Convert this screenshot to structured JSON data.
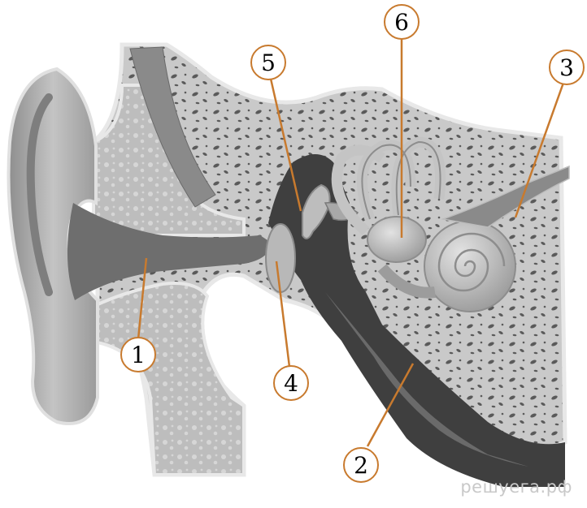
{
  "colors": {
    "leader": "#c87a2e",
    "circle_stroke": "#c87a2e",
    "bone": "#c6c6c6",
    "bone_dark": "#7c7c7c",
    "cavity": "#3e3e3e",
    "canal": "#6e6e6e",
    "skin": "#a9a9a9",
    "inner_ear": "#b9b9b9"
  },
  "labels": [
    {
      "id": "1",
      "text": "1"
    },
    {
      "id": "2",
      "text": "2"
    },
    {
      "id": "3",
      "text": "3"
    },
    {
      "id": "4",
      "text": "4"
    },
    {
      "id": "5",
      "text": "5"
    },
    {
      "id": "6",
      "text": "6"
    }
  ],
  "watermark": "решуега.рф"
}
